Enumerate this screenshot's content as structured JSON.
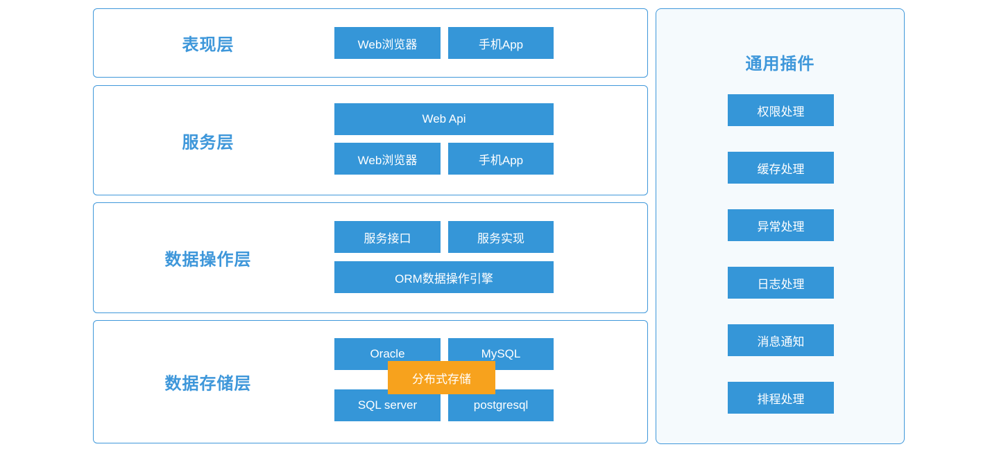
{
  "colors": {
    "accent_blue": "#3596d8",
    "border_blue": "#3e97da",
    "title_blue": "#3e97da",
    "highlight_orange": "#f7a21d",
    "panel_background": "#f5fafd"
  },
  "layers": [
    {
      "title": "表现层",
      "buttons": [
        "Web浏览器",
        "手机App"
      ]
    },
    {
      "title": "服务层",
      "wide_button": "Web Api",
      "buttons": [
        "Web浏览器",
        "手机App"
      ]
    },
    {
      "title": "数据操作层",
      "buttons": [
        "服务接口",
        "服务实现"
      ],
      "wide_button": "ORM数据操作引擎"
    },
    {
      "title": "数据存储层",
      "buttons": [
        "Oracle",
        "MySQL",
        "SQL server",
        "postgresql"
      ],
      "overlay_button": "分布式存储"
    }
  ],
  "plugins_panel": {
    "title": "通用插件",
    "buttons": [
      "权限处理",
      "缓存处理",
      "异常处理",
      "日志处理",
      "消息通知",
      "排程处理"
    ]
  }
}
